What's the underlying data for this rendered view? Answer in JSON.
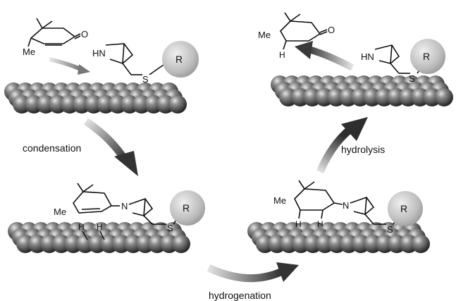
{
  "steps": {
    "condensation": "condensation",
    "hydrogenation": "hydrogenation",
    "hydrolysis": "hydrolysis"
  },
  "atoms": {
    "oxygen": "O",
    "methyl": "Me",
    "amine": "HN",
    "nitrogen": "N",
    "sulfur": "S",
    "hydrogen": "H",
    "group": "R"
  },
  "colors": {
    "sphere_dark": "#2f2f2f",
    "sphere_mid": "#7a7a7a",
    "sphere_light": "#dcdcdc",
    "ball_r": "#bdbdbd",
    "arrow_dark": "#3a3a3a",
    "arrow_light": "#d8d8d8"
  }
}
